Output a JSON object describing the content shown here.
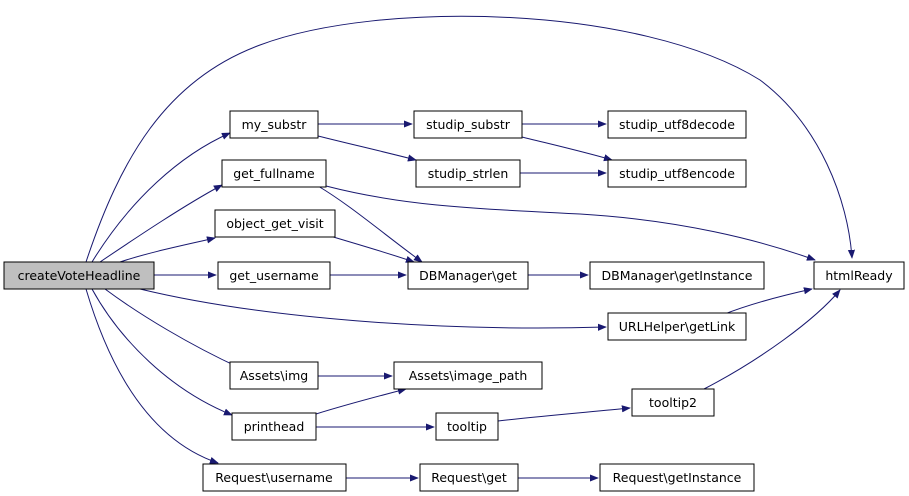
{
  "nodes": {
    "createVoteHeadline": "createVoteHeadline",
    "my_substr": "my_substr",
    "get_fullname": "get_fullname",
    "object_get_visit": "object_get_visit",
    "get_username": "get_username",
    "assets_img": "Assets\\img",
    "printhead": "printhead",
    "request_username": "Request\\username",
    "studip_substr": "studip_substr",
    "studip_strlen": "studip_strlen",
    "studip_utf8decode": "studip_utf8decode",
    "studip_utf8encode": "studip_utf8encode",
    "dbmanager_get": "DBManager\\get",
    "dbmanager_getinstance": "DBManager\\getInstance",
    "htmlready": "htmlReady",
    "urlhelper_getlink": "URLHelper\\getLink",
    "assets_image_path": "Assets\\image_path",
    "tooltip": "tooltip",
    "tooltip2": "tooltip2",
    "request_get": "Request\\get",
    "request_getinstance": "Request\\getInstance"
  },
  "colors": {
    "edge": "#191970",
    "root_fill": "#bfbfbf",
    "node_fill": "#ffffff",
    "node_border": "#000000"
  }
}
